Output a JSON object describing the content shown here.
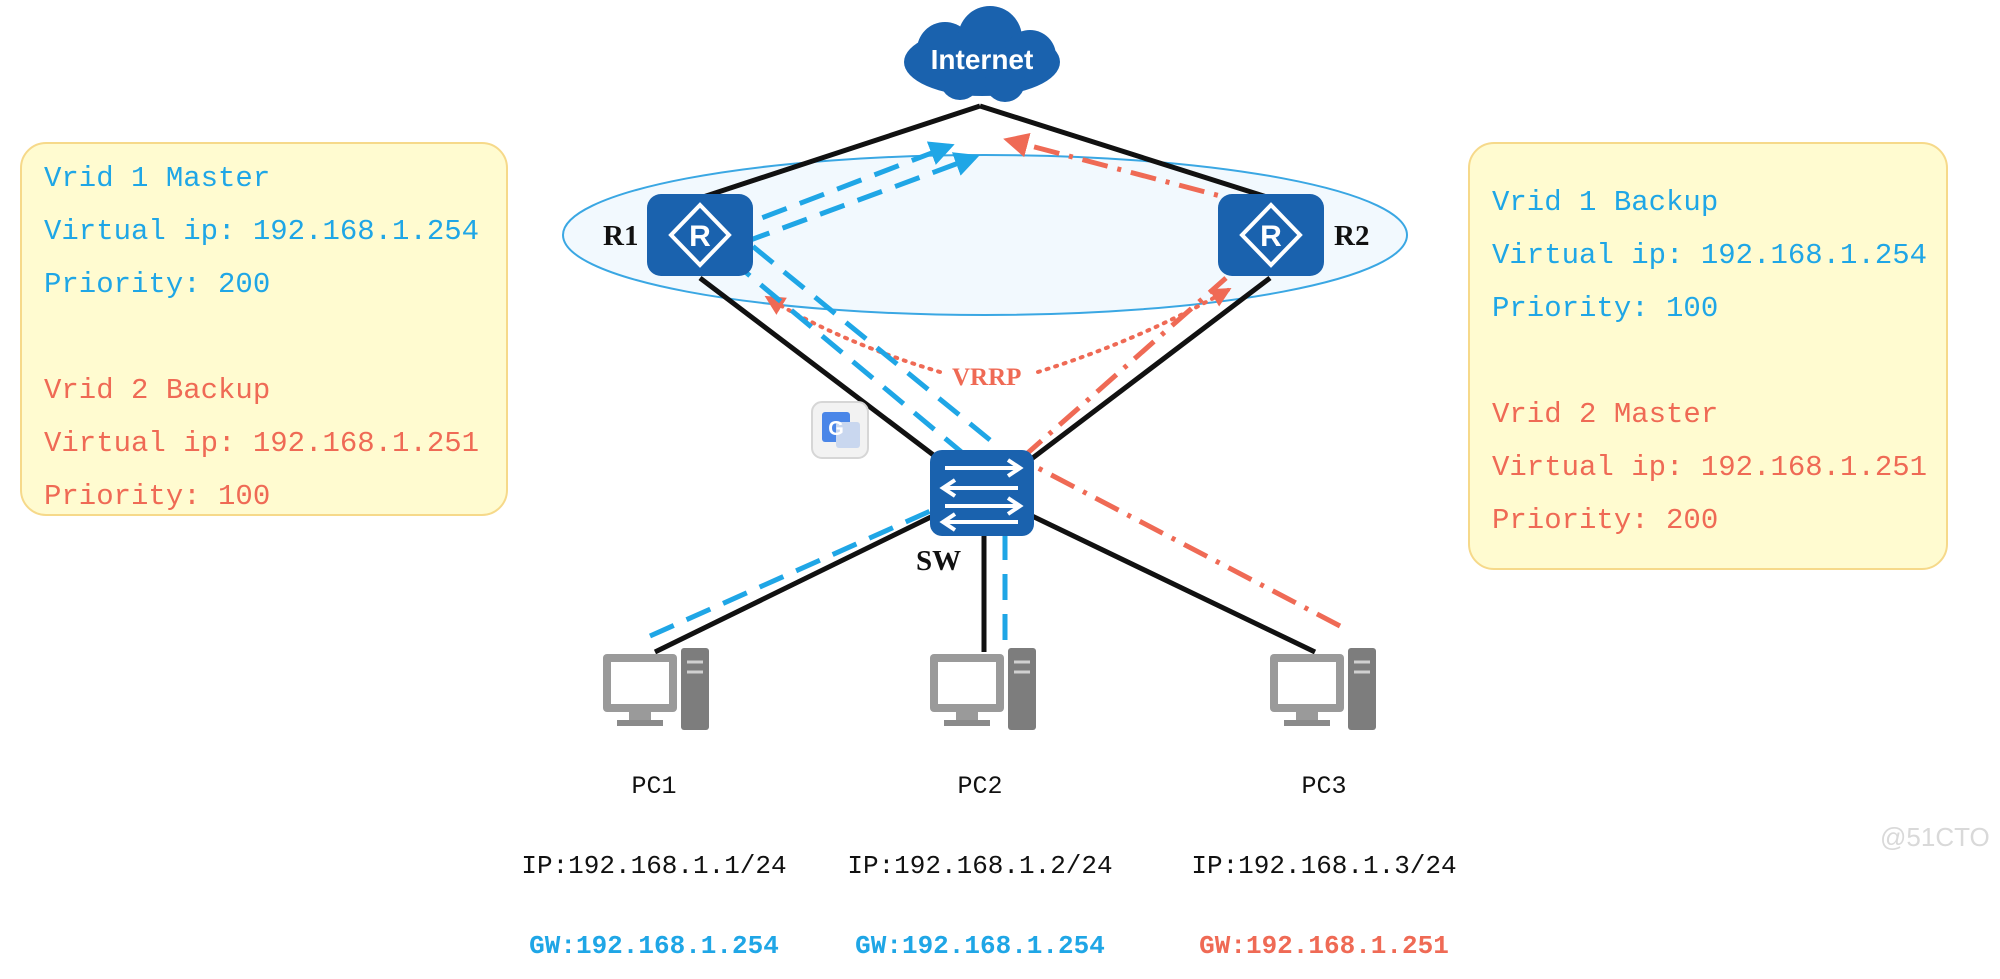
{
  "internet": {
    "label": "Internet"
  },
  "routers": {
    "r1": {
      "label": "R1"
    },
    "r2": {
      "label": "R2"
    }
  },
  "switch": {
    "label": "SW"
  },
  "vrrp_label": "VRRP",
  "left_box": {
    "vrid1": [
      "Vrid 1 Master",
      "Virtual ip: 192.168.1.254",
      "Priority: 200"
    ],
    "vrid2": [
      "Vrid 2 Backup",
      "Virtual ip: 192.168.1.251",
      "Priority: 100"
    ]
  },
  "right_box": {
    "vrid1": [
      "Vrid 1 Backup",
      "Virtual ip: 192.168.1.254",
      "Priority: 100"
    ],
    "vrid2": [
      "Vrid 2 Master",
      "Virtual ip: 192.168.1.251",
      "Priority: 200"
    ]
  },
  "pcs": [
    {
      "name": "PC1",
      "ip": "IP:192.168.1.1/24",
      "gw": "GW:192.168.1.254"
    },
    {
      "name": "PC2",
      "ip": "IP:192.168.1.2/24",
      "gw": "GW:192.168.1.254"
    },
    {
      "name": "PC3",
      "ip": "IP:192.168.1.3/24",
      "gw": "GW:192.168.1.251"
    }
  ],
  "watermark": "@51CTO",
  "colors": {
    "vrid1": "#1fa6e6",
    "vrid2": "#ef6a55",
    "device": "#1a62ae",
    "box_fill": "#fffbd0",
    "box_border": "#f6d98a"
  }
}
